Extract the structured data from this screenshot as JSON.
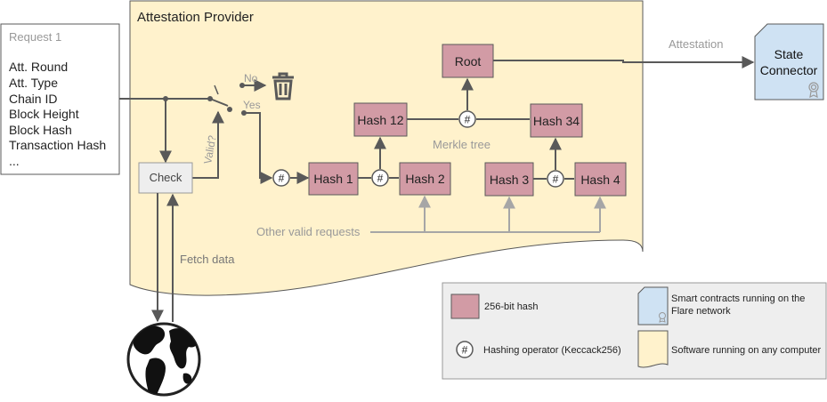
{
  "provider": {
    "title": "Attestation Provider"
  },
  "request": {
    "title": "Request 1",
    "fields": [
      "Att. Round",
      "Att. Type",
      "Chain ID",
      "Block Height",
      "Block Hash",
      "Transaction Hash",
      "..."
    ]
  },
  "check": {
    "label": "Check"
  },
  "switch": {
    "no_label": "No",
    "yes_label": "Yes",
    "valid_label": "Valid?"
  },
  "hashes": {
    "hash1": "Hash 1",
    "hash2": "Hash 2",
    "hash3": "Hash 3",
    "hash4": "Hash 4",
    "hash12": "Hash 12",
    "hash34": "Hash 34",
    "root": "Root"
  },
  "operator_symbol": "#",
  "merkle_label": "Merkle tree",
  "other_requests": "Other valid requests",
  "fetch_label": "Fetch data",
  "attestation_label": "Attestation",
  "state_connector": {
    "line1": "State",
    "line2": "Connector"
  },
  "legend": {
    "hash": "256-bit hash",
    "operator": "Hashing operator (Keccack256)",
    "smart_contracts_line1": "Smart contracts running on the",
    "smart_contracts_line2": "Flare network",
    "software": "Software running on any computer"
  },
  "colors": {
    "hash_fill": "#d29ba5",
    "provider_fill": "#fff2cc",
    "contract_fill": "#cfe2f3",
    "line": "#595959",
    "muted_line": "#a6a6a6"
  }
}
